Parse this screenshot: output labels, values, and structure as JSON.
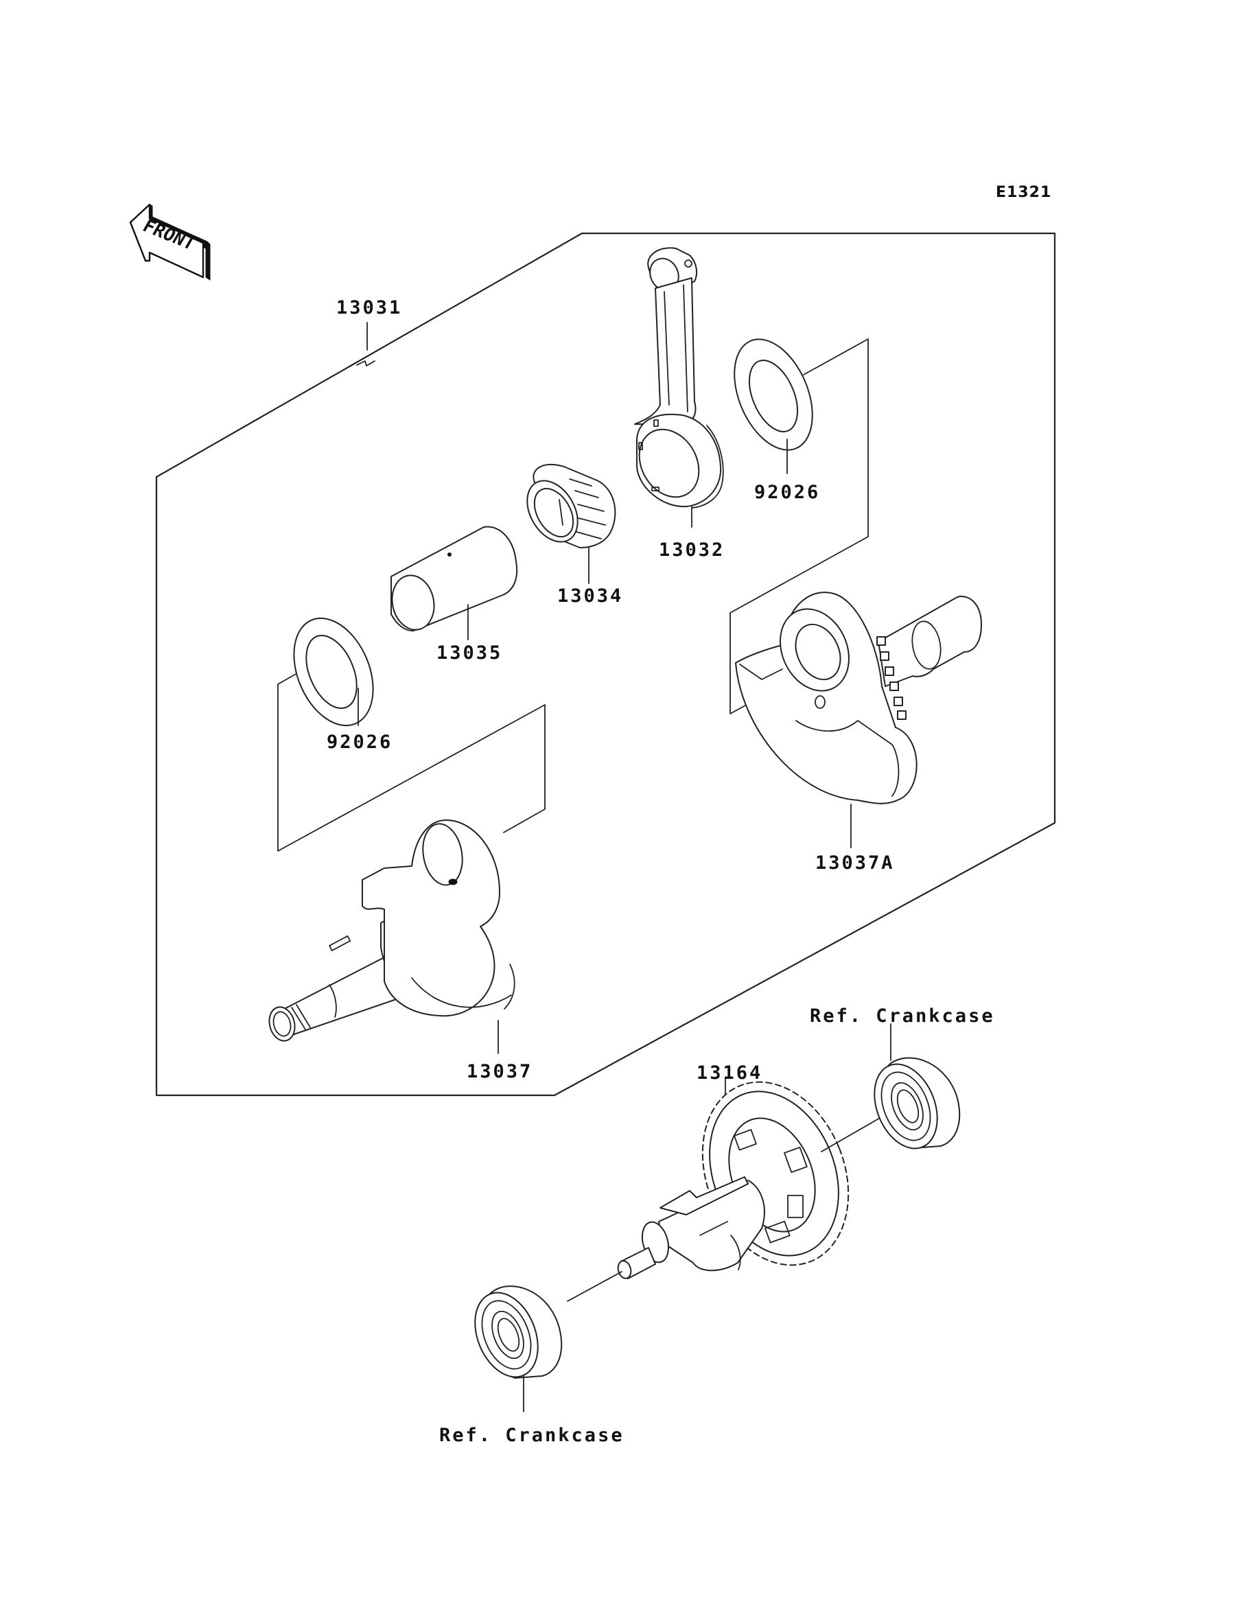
{
  "diagram": {
    "code": "E1321",
    "front_indicator": "FRONT",
    "assembly_label": "13031",
    "parts": [
      {
        "id": "13032",
        "name": "connecting-rod"
      },
      {
        "id": "92026",
        "name": "thrust-washer-right"
      },
      {
        "id": "13034",
        "name": "needle-bearing"
      },
      {
        "id": "13035",
        "name": "crank-pin"
      },
      {
        "id": "92026",
        "name": "thrust-washer-left"
      },
      {
        "id": "13037",
        "name": "crankshaft-left-half"
      },
      {
        "id": "13037A",
        "name": "crankshaft-right-half"
      },
      {
        "id": "13164",
        "name": "balancer-shaft"
      }
    ],
    "references": [
      {
        "text": "Ref. Crankcase",
        "name": "bearing-upper-right"
      },
      {
        "text": "Ref. Crankcase",
        "name": "bearing-lower-left"
      }
    ]
  }
}
